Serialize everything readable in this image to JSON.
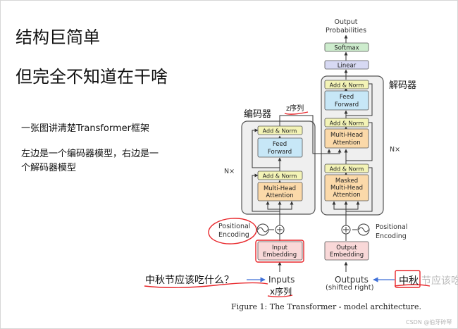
{
  "slide": {
    "title1": "结构巨简单",
    "title2": "但完全不知道在干啥",
    "desc1": "一张图讲清楚Transformer框架",
    "desc2": "左边是一个编码器模型，右边是一",
    "desc3": "个解码器模型",
    "question": "中秋节应该吃什么？",
    "zhongqiu": "中秋",
    "zhongqiu_fade": "节应该吃",
    "x_seq": "x序列"
  },
  "diagram": {
    "encoder_label": "编码器",
    "decoder_label": "解码器",
    "z_label": "z序列",
    "output_probs": [
      "Output",
      "Probabilities"
    ],
    "softmax": "Softmax",
    "linear": "Linear",
    "add_norm": "Add & Norm",
    "feed_forward": [
      "Feed",
      "Forward"
    ],
    "multi_head": [
      "Multi-Head",
      "Attention"
    ],
    "masked_multi_head": [
      "Masked",
      "Multi-Head",
      "Attention"
    ],
    "nx": "N×",
    "positional_encoding": [
      "Positional",
      "Encoding"
    ],
    "input_embedding": [
      "Input",
      "Embedding"
    ],
    "output_embedding": [
      "Output",
      "Embedding"
    ],
    "inputs": "Inputs",
    "outputs": "Outputs",
    "shifted_right": "(shifted right)",
    "caption": "Figure 1: The Transformer - model architecture."
  },
  "colors": {
    "add_norm": "#f3f3b6",
    "feed_forward": "#c7e7f7",
    "attention": "#fbd9a9",
    "softmax": "#cdeccd",
    "linear": "#d7d9f3",
    "embedding": "#f9d8d8",
    "stack_bg": "#efefef",
    "annotation_red": "#e8262a",
    "annotation_blue": "#3d6fd8"
  },
  "watermark": "CSDN @伯牙碎琴"
}
